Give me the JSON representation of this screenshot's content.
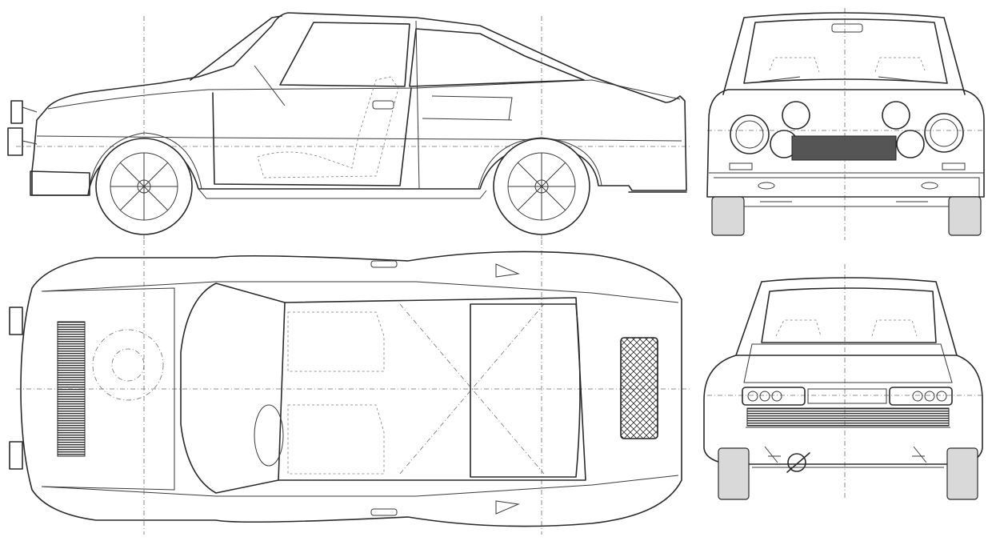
{
  "drawing": {
    "views": [
      {
        "id": "side",
        "name": "side-view"
      },
      {
        "id": "front",
        "name": "front-view"
      },
      {
        "id": "top",
        "name": "top-view"
      },
      {
        "id": "rear",
        "name": "rear-view"
      }
    ],
    "style": {
      "line_color": "#2a2a2a",
      "background": "#ffffff",
      "construction_line_color": "#6d6d6d"
    }
  }
}
